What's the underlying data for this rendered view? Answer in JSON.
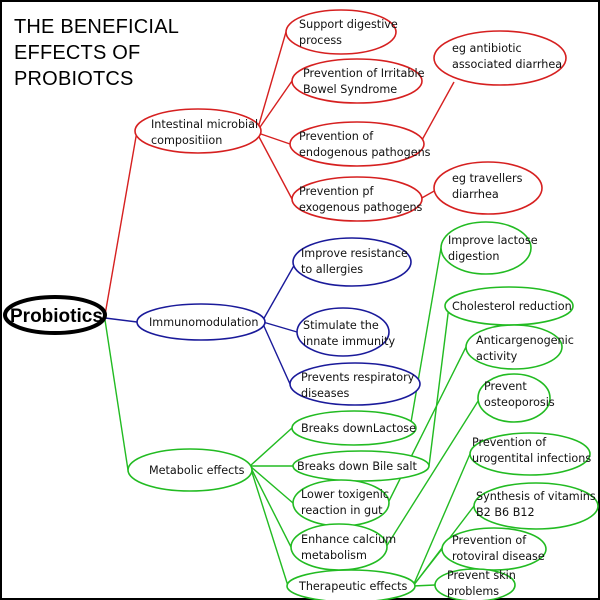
{
  "title": "THE BENEFICIAL\nEFFECTS OF\nPROBIOTCS",
  "colors": {
    "intestinal": "#d62020",
    "immuno": "#1a1a9a",
    "metabolic": "#22bb22",
    "root": "#000000"
  },
  "root": {
    "label": "Probiotics"
  },
  "branches": {
    "intestinal": {
      "label": [
        "Intestinal microbial",
        "compositiion"
      ],
      "children": {
        "digestive": [
          "Support digestive",
          "process"
        ],
        "ibs": [
          "Prevention of Irritable",
          "Bowel Syndrome"
        ],
        "endogenous": [
          "Prevention of",
          "endogenous pathogens"
        ],
        "exogenous": [
          "Prevention pf",
          "exogenous pathogens"
        ]
      },
      "examples": {
        "antibiotic": [
          "eg antibiotic",
          "associated diarrhea"
        ],
        "travellers": [
          "eg travellers",
          "diarrhea"
        ]
      }
    },
    "immuno": {
      "label": [
        "Immunomodulation"
      ],
      "children": {
        "allergies": [
          "Improve resistance",
          "to allergies"
        ],
        "innate": [
          "Stimulate the",
          "innate immunity"
        ],
        "respiratory": [
          "Prevents respiratory",
          "diseases"
        ]
      }
    },
    "metabolic": {
      "label": [
        "Metabolic effects"
      ],
      "children": {
        "lactose": [
          "Breaks downLactose"
        ],
        "bile": [
          "Breaks down Bile salt"
        ],
        "toxigenic": [
          "Lower toxigenic",
          "reaction in gut"
        ],
        "calcium": [
          "Enhance calcium",
          "metabolism"
        ],
        "therapeutic": [
          "Therapeutic effects"
        ]
      },
      "outcomes": {
        "lactose_digestion": [
          "Improve lactose",
          "digestion"
        ],
        "cholesterol": [
          "Cholesterol reduction"
        ],
        "anticarcinogenic": [
          "Anticargenogenic",
          "activity"
        ],
        "osteoporosis": [
          "Prevent",
          "osteoporosis"
        ],
        "urogenital": [
          "Prevention of",
          "urogentital infections"
        ],
        "vitamins": [
          "Synthesis of vitamins",
          "B2 B6 B12"
        ],
        "rotoviral": [
          "Prevention of",
          "rotoviral disease"
        ],
        "skin": [
          "Prevent skin",
          "problems"
        ]
      }
    }
  }
}
